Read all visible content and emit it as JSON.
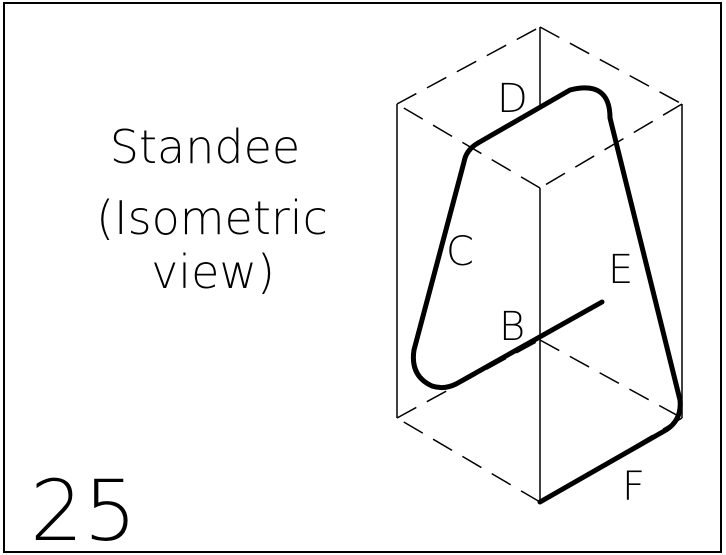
{
  "title": {
    "line1": "Standee",
    "line2": "(Isometric",
    "line3": "view)"
  },
  "figure_number": "25",
  "labels": {
    "b": "B",
    "c": "C",
    "d": "D",
    "e": "E",
    "f": "F"
  },
  "colors": {
    "ink": "#000000",
    "background": "#ffffff"
  }
}
